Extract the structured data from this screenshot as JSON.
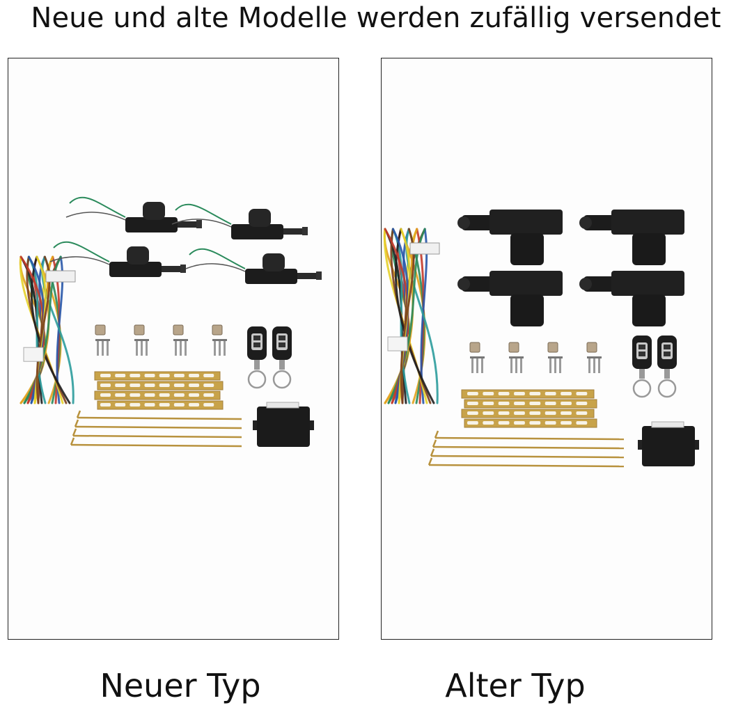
{
  "headline": "Neue und alte Modelle werden zufällig versendet",
  "panels": {
    "new": {
      "caption": "Neuer Typ",
      "image_name": "kit-new-type"
    },
    "old": {
      "caption": "Alter Typ",
      "image_name": "kit-old-type"
    }
  },
  "colors": {
    "actuator": "#1c1c1c",
    "plate": "#c8a34a",
    "rod": "#b8923e",
    "wire_colors": [
      "#e2a21e",
      "#2a8a5b",
      "#c23a2a",
      "#2857a8",
      "#e6d22b",
      "#7b3f1e",
      "#1f1f1f",
      "#2c9c9c"
    ]
  },
  "kit": {
    "actuators": 4,
    "remotes": 2,
    "screw_sets": 4,
    "plates": 4,
    "rods": 4,
    "control_units": 1,
    "harnesses": 1
  }
}
